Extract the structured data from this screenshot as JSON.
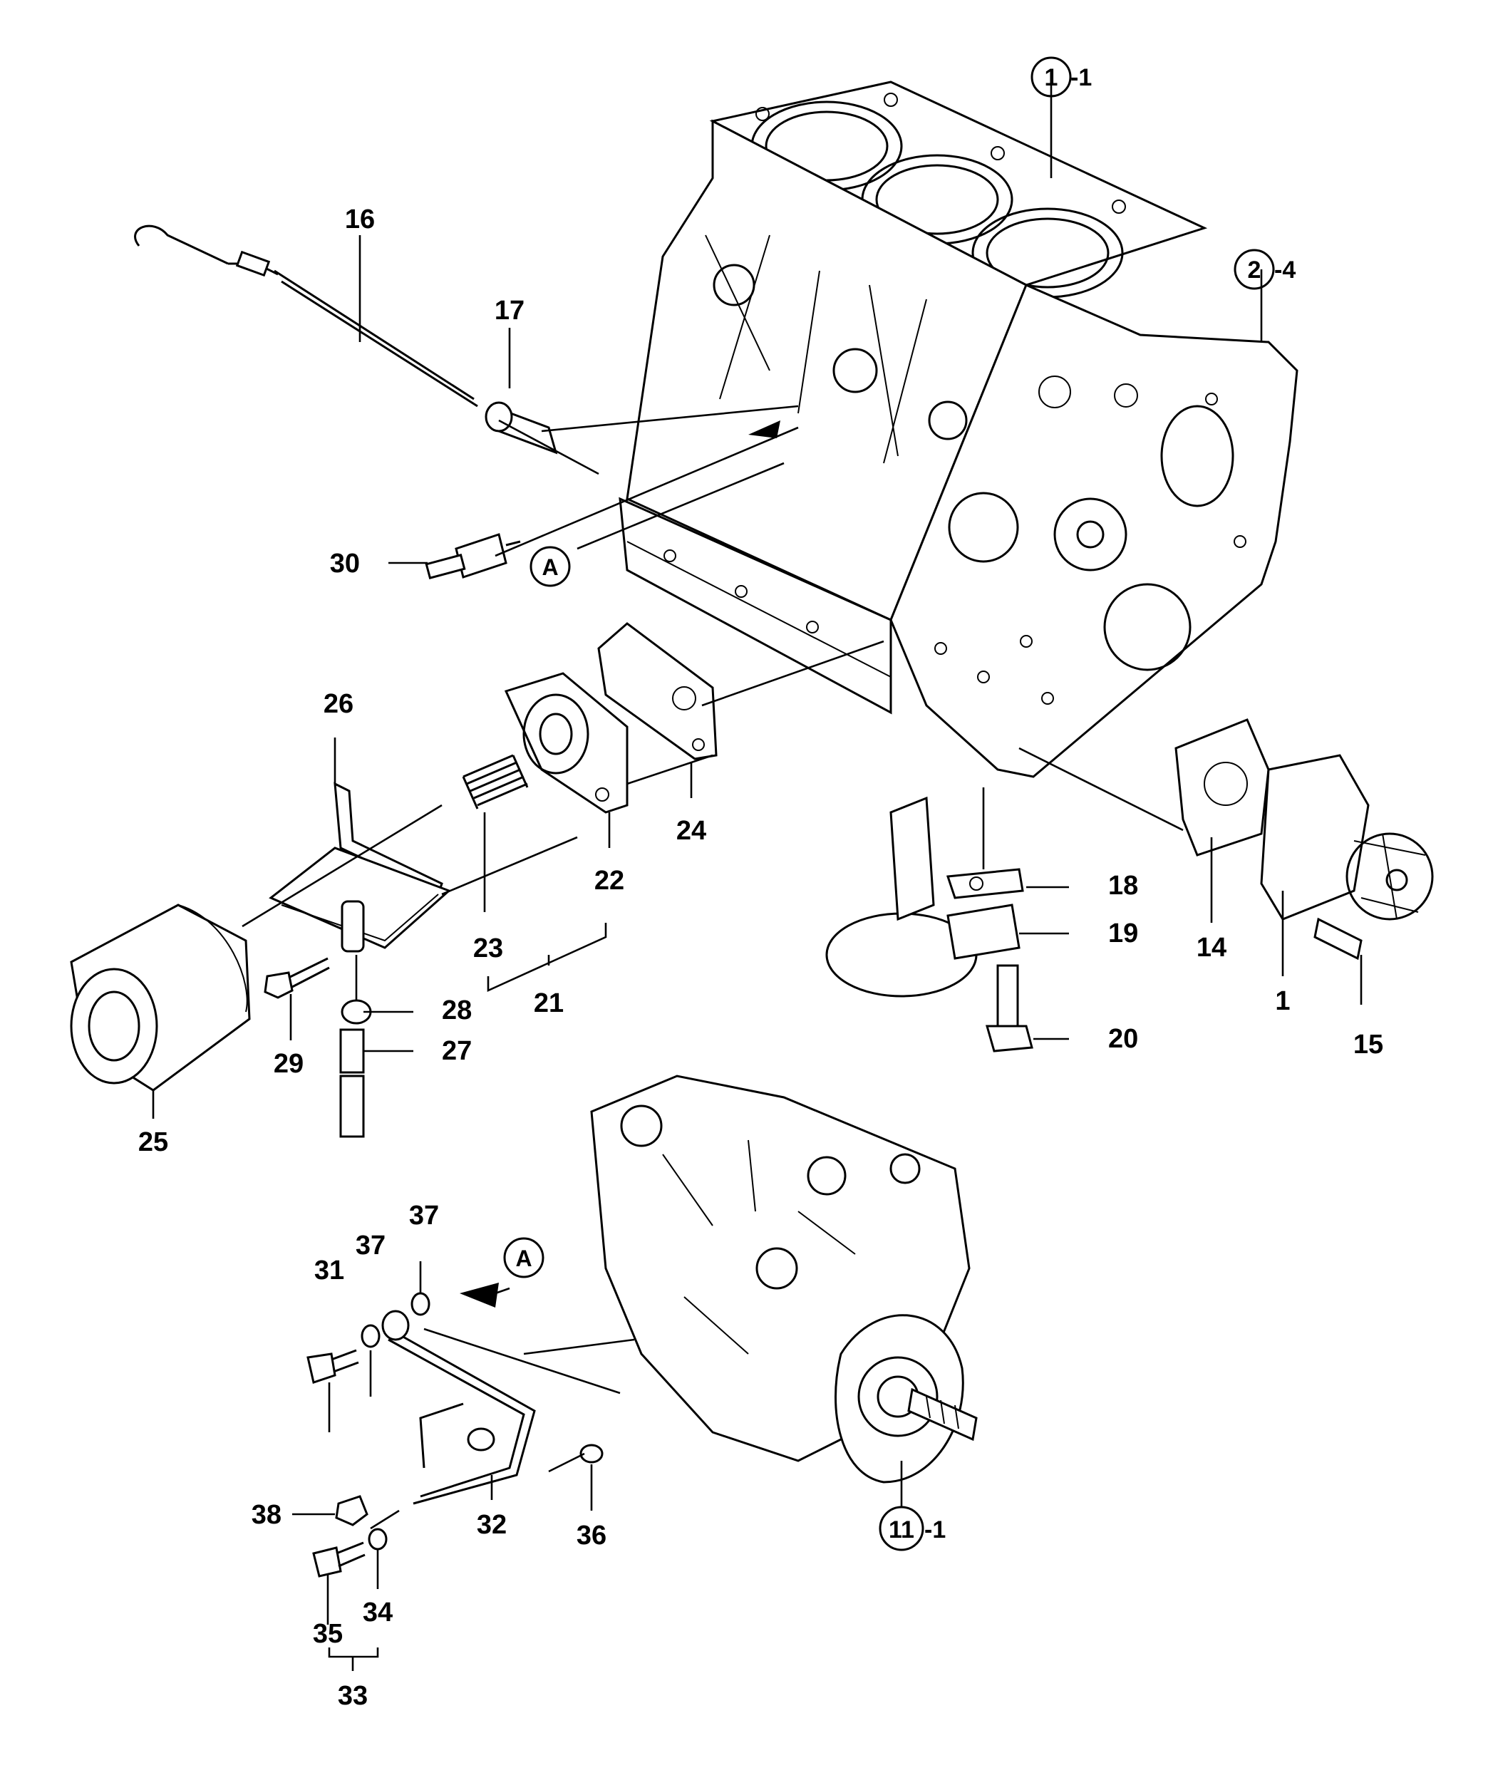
{
  "callouts": {
    "c1_1": {
      "num": "1",
      "suffix": "-1"
    },
    "c2_4": {
      "num": "2",
      "suffix": "-4"
    },
    "c11_1": {
      "num": "11",
      "suffix": "-1"
    },
    "refA_top": "A",
    "refA_bottom": "A",
    "p1": "1",
    "p14": "14",
    "p15": "15",
    "p16": "16",
    "p17": "17",
    "p18": "18",
    "p19": "19",
    "p20": "20",
    "p21": "21",
    "p22": "22",
    "p23": "23",
    "p24": "24",
    "p25": "25",
    "p26": "26",
    "p27": "27",
    "p28": "28",
    "p29": "29",
    "p30": "30",
    "p31": "31",
    "p32": "32",
    "p33": "33",
    "p34": "34",
    "p35": "35",
    "p36": "36",
    "p37a": "37",
    "p37b": "37",
    "p38": "38"
  }
}
